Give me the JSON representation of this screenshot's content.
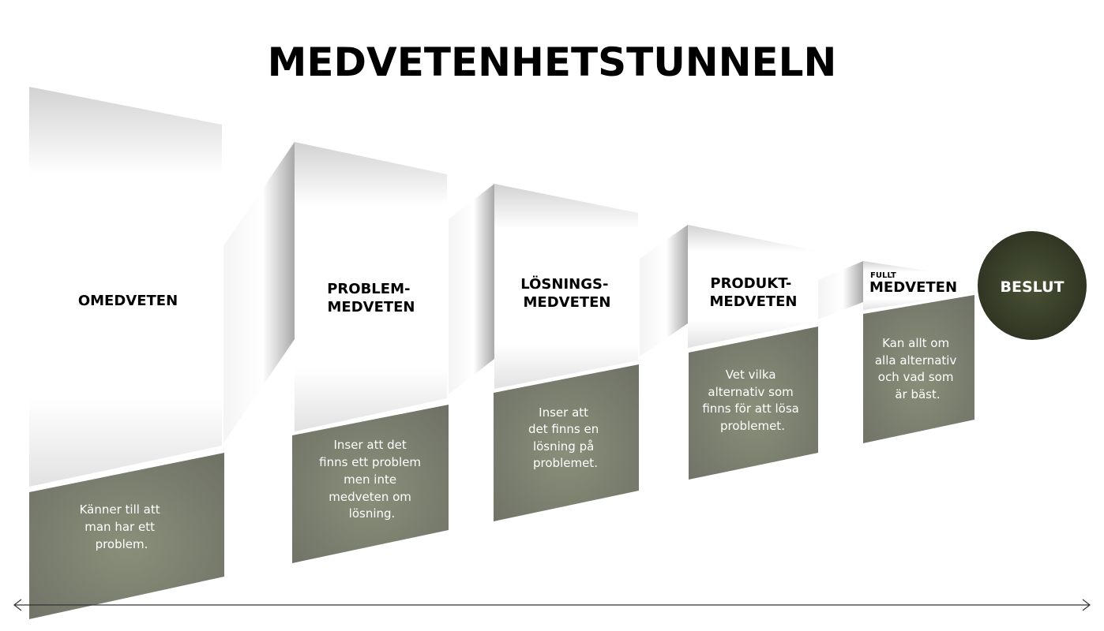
{
  "title": "MEDVETENHETSTUNNELN",
  "stages": [
    {
      "label_lines": [
        "OMEDVETEN"
      ],
      "small_prefix": "",
      "description_lines": [
        "Känner till att",
        "man har ett",
        "problem."
      ]
    },
    {
      "label_lines": [
        "PROBLEM-",
        "MEDVETEN"
      ],
      "small_prefix": "",
      "description_lines": [
        "Inser att det",
        "finns ett problem",
        "men inte",
        "medveten om",
        "lösning."
      ]
    },
    {
      "label_lines": [
        "LÖSNINGS-",
        "MEDVETEN"
      ],
      "small_prefix": "",
      "description_lines": [
        "Inser att",
        "det finns en",
        "lösning på",
        "problemet."
      ]
    },
    {
      "label_lines": [
        "PRODUKT-",
        "MEDVETEN"
      ],
      "small_prefix": "",
      "description_lines": [
        "Vet vilka",
        "alternativ som",
        "finns för att lösa",
        "problemet."
      ]
    },
    {
      "label_lines": [
        "MEDVETEN"
      ],
      "small_prefix": "FULLT",
      "description_lines": [
        "Kan allt om",
        "alla alternativ",
        "och vad som",
        "är bäst."
      ]
    }
  ],
  "decision": {
    "label": "BESLUT"
  },
  "colors": {
    "description_panel": "#6f7266",
    "description_panel_highlight": "#8a8f7a",
    "decision_circle": "#2e3322",
    "decision_circle_highlight": "#4a5235",
    "arrow": "#333333"
  }
}
